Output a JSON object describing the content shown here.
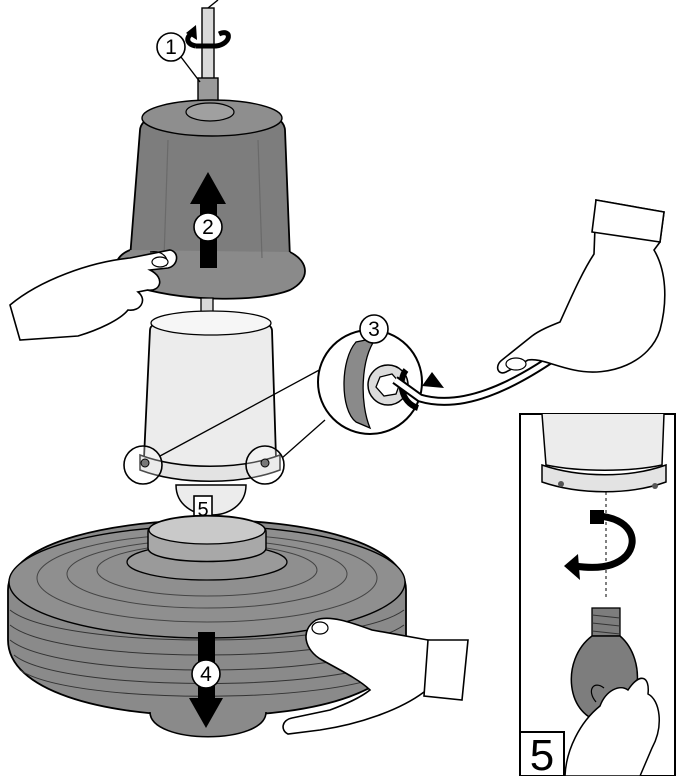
{
  "callouts": {
    "step1": "1",
    "step2": "2",
    "step3": "3",
    "step4": "4",
    "bulb_box_label": "5"
  },
  "inset": {
    "step_label": "5"
  },
  "colors": {
    "shade_dark": "#7d7d7d",
    "shade_light": "#ececec",
    "base_gray": "#8a8a8a",
    "line": "#000000",
    "arrow": "#000000"
  }
}
